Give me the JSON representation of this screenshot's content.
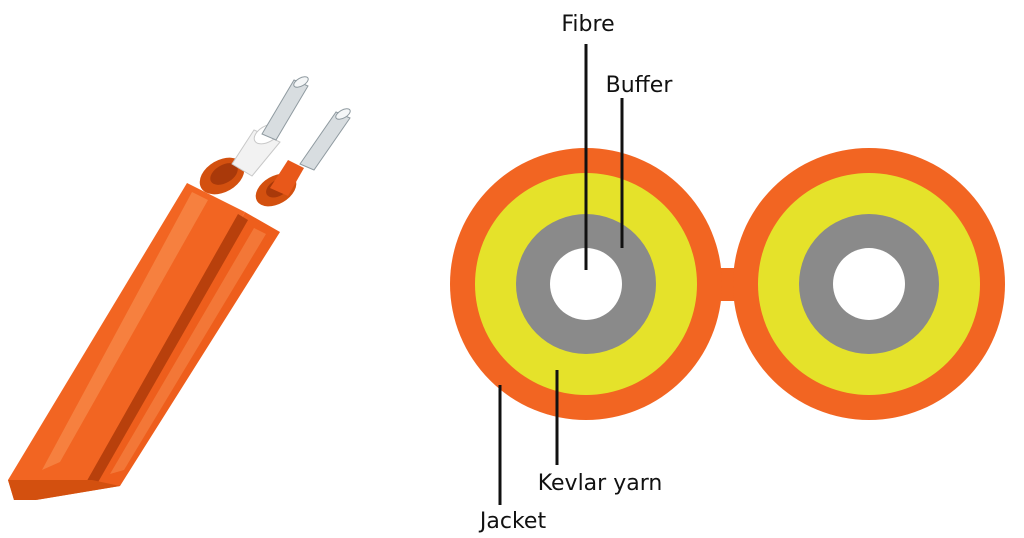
{
  "labels": {
    "fibre": "Fibre",
    "buffer": "Buffer",
    "kevlar": "Kevlar yarn",
    "jacket": "Jacket"
  },
  "colors": {
    "jacket": "#f26522",
    "jacket_dark": "#c9480f",
    "jacket_light": "#f7894a",
    "kevlar": "#e5e22a",
    "buffer": "#8a8a8a",
    "fibre": "#ffffff",
    "leader": "#111111",
    "sleeve": "#f2f2f2",
    "strand": "#d8dde0"
  }
}
